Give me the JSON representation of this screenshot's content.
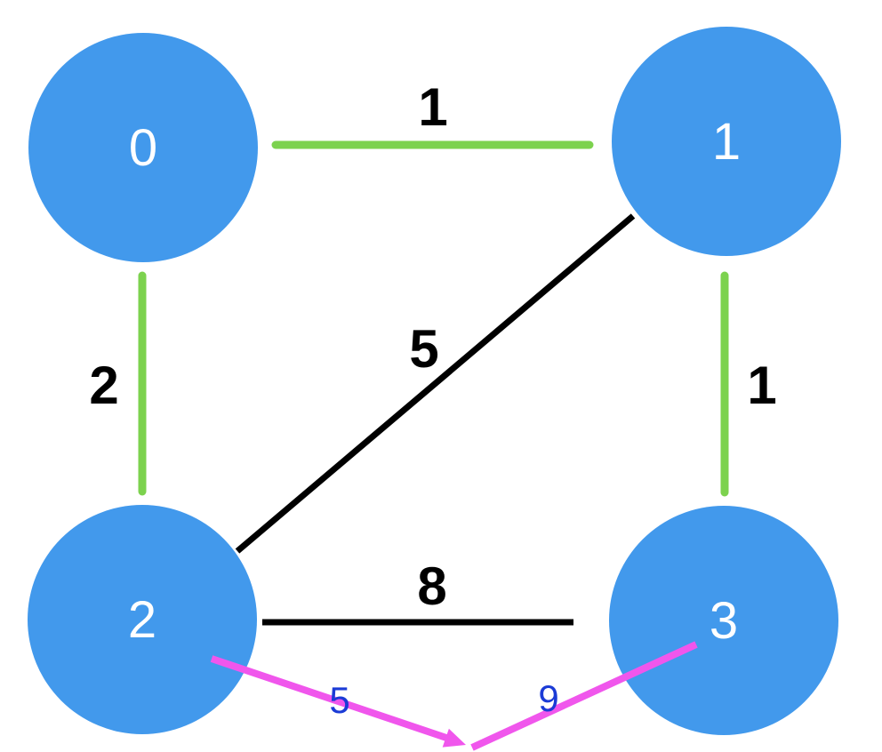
{
  "graph": {
    "type": "weighted-undirected-graph-with-highlighted-path",
    "nodes": [
      {
        "id": "0",
        "label": "0"
      },
      {
        "id": "1",
        "label": "1"
      },
      {
        "id": "2",
        "label": "2"
      },
      {
        "id": "3",
        "label": "3"
      }
    ],
    "edges": [
      {
        "from": "0",
        "to": "1",
        "weight": "1",
        "color": "green",
        "style": "solid"
      },
      {
        "from": "0",
        "to": "2",
        "weight": "2",
        "color": "green",
        "style": "solid"
      },
      {
        "from": "1",
        "to": "3",
        "weight": "1",
        "color": "green",
        "style": "solid"
      },
      {
        "from": "1",
        "to": "2",
        "weight": "5",
        "color": "black",
        "style": "solid"
      },
      {
        "from": "2",
        "to": "3",
        "weight": "8",
        "color": "black",
        "style": "solid"
      },
      {
        "from": "2",
        "to": "junction",
        "weight": "5",
        "color": "magenta",
        "style": "arrow"
      },
      {
        "from": "junction",
        "to": "3",
        "weight": "9",
        "color": "magenta",
        "style": "solid"
      }
    ]
  },
  "colors": {
    "background": "#ffffff",
    "node_fill": "#4299EC",
    "node_text": "#ffffff",
    "edge_green": "#7CD24E",
    "edge_black": "#000000",
    "edge_magenta": "#F056EC",
    "weight_text_black": "#000000",
    "weight_text_blue": "#1B3BD6"
  }
}
